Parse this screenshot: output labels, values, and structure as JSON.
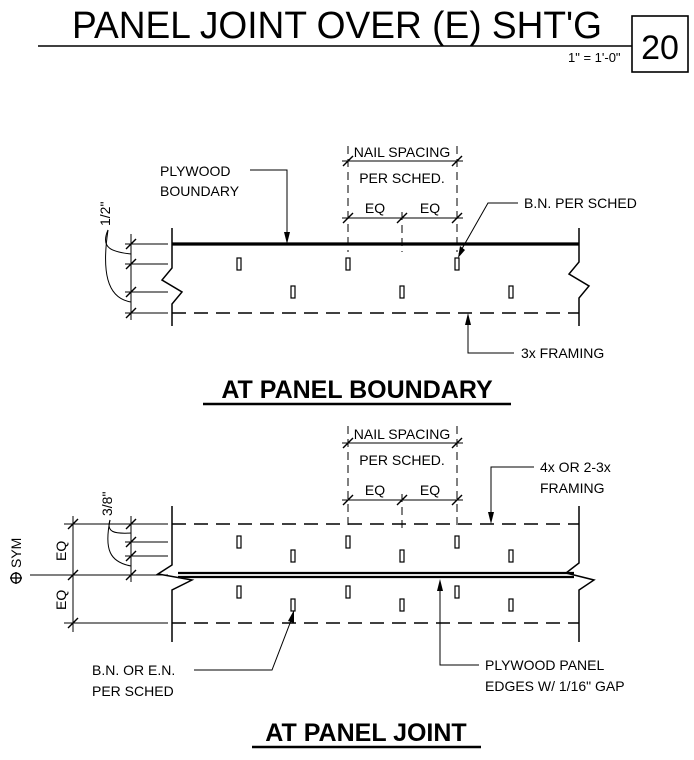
{
  "title_block": {
    "title": "PANEL JOINT OVER (E) SHT'G",
    "scale": "1\" = 1'-0\"",
    "detail_number": "20"
  },
  "detail_1": {
    "heading": "AT PANEL BOUNDARY",
    "plywood_boundary_line1": "PLYWOOD",
    "plywood_boundary_line2": "BOUNDARY",
    "nail_spacing_line1": "NAIL SPACING",
    "nail_spacing_line2": "PER SCHED.",
    "eq_left": "EQ",
    "eq_right": "EQ",
    "bn_callout": "B.N. PER SCHED",
    "edge_dim": "1/2\"",
    "framing_callout": "3x FRAMING"
  },
  "detail_2": {
    "heading": "AT PANEL JOINT",
    "nail_spacing_line1": "NAIL SPACING",
    "nail_spacing_line2": "PER SCHED.",
    "eq_left": "EQ",
    "eq_right": "EQ",
    "framing_line1": "4x  OR 2-3x",
    "framing_line2": "FRAMING",
    "edge_dim": "3/8\"",
    "sym_label": "SYM",
    "sym_eq_top": "EQ",
    "sym_eq_bottom": "EQ",
    "bn_line1": "B.N. OR E.N.",
    "bn_line2": "PER SCHED",
    "plywood_line1": "PLYWOOD PANEL",
    "plywood_line2": "EDGES W/ 1/16\" GAP"
  }
}
